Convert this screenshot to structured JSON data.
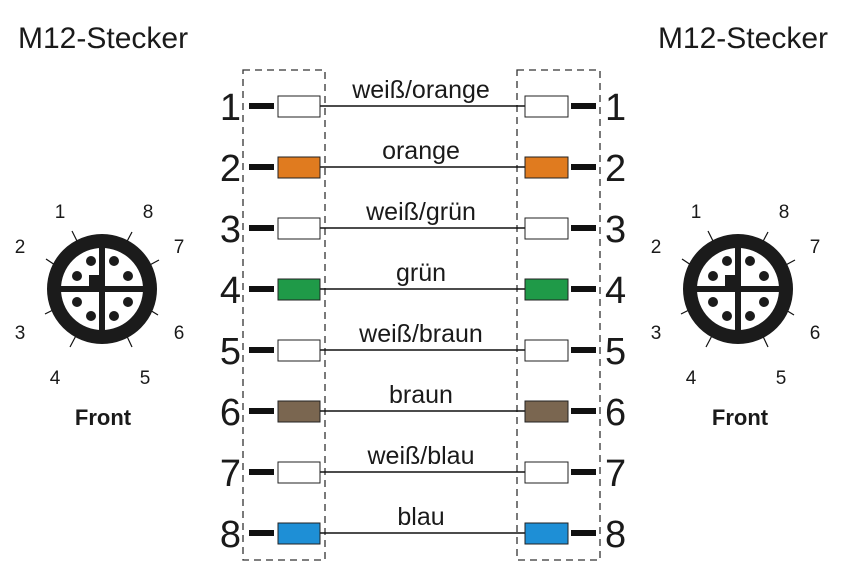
{
  "title_left": "M12-Stecker",
  "title_right": "M12-Stecker",
  "connector_left": {
    "pin_labels": [
      "1",
      "2",
      "3",
      "4",
      "5",
      "6",
      "7",
      "8"
    ],
    "face_label": "Front"
  },
  "connector_right": {
    "pin_labels": [
      "1",
      "2",
      "3",
      "4",
      "5",
      "6",
      "7",
      "8"
    ],
    "face_label": "Front"
  },
  "wires": [
    {
      "pin": "1",
      "label": "weiß/orange",
      "color": "#ffffff"
    },
    {
      "pin": "2",
      "label": "orange",
      "color": "#e07b1f"
    },
    {
      "pin": "3",
      "label": "weiß/grün",
      "color": "#ffffff"
    },
    {
      "pin": "4",
      "label": "grün",
      "color": "#1f9a48"
    },
    {
      "pin": "5",
      "label": "weiß/braun",
      "color": "#ffffff"
    },
    {
      "pin": "6",
      "label": "braun",
      "color": "#7a6650"
    },
    {
      "pin": "7",
      "label": "weiß/blau",
      "color": "#ffffff"
    },
    {
      "pin": "8",
      "label": "blau",
      "color": "#1e8fd6"
    }
  ]
}
